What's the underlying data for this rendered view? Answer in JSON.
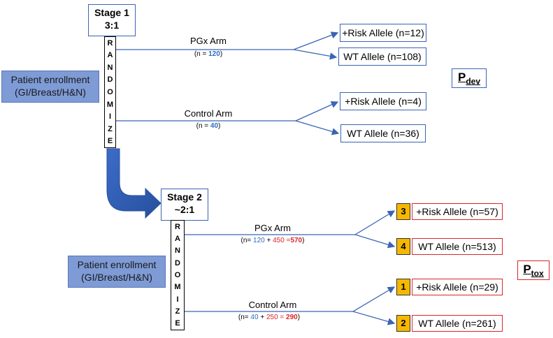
{
  "stage1": {
    "line1": "Stage 1",
    "line2": "3:1"
  },
  "stage2": {
    "line1": "Stage 2",
    "line2": "~2:1"
  },
  "randomize_letters": [
    "R",
    "A",
    "N",
    "D",
    "O",
    "M",
    "I",
    "Z",
    "E"
  ],
  "enrollment": {
    "line1": "Patient enrollment",
    "line2": "(GI/Breast/H&N)"
  },
  "stage1_arms": {
    "pgx": {
      "label": "PGx Arm",
      "n_prefix": "(n = ",
      "n_value": "120",
      "n_suffix": ")"
    },
    "control": {
      "label": "Control Arm",
      "n_prefix": "(n = ",
      "n_value": "40",
      "n_suffix": ")"
    }
  },
  "stage1_alleles": {
    "pgx_risk": "+Risk Allele (n=12)",
    "pgx_wt": "WT Allele (n=108)",
    "ctrl_risk": "+Risk Allele (n=4)",
    "ctrl_wt": "WT Allele (n=36)"
  },
  "stage2_arms": {
    "pgx": {
      "label": "PGx Arm",
      "n_prefix": "(n= ",
      "n_a": "120",
      "plus": " + ",
      "n_b": "450",
      "eq": "  =",
      "n_total": "570",
      "n_suffix": ")"
    },
    "control": {
      "label": "Control Arm",
      "n_prefix": "(n= ",
      "n_a": "40",
      "plus": " + ",
      "n_b": "250",
      "eq": " = ",
      "n_total": "290",
      "n_suffix": ")"
    }
  },
  "stage2_alleles": {
    "pgx_risk": {
      "badge": "3",
      "text": "+Risk Allele (n=57)"
    },
    "pgx_wt": {
      "badge": "4",
      "text": "WT Allele (n=513)"
    },
    "ctrl_risk": {
      "badge": "1",
      "text": "+Risk Allele (n=29)"
    },
    "ctrl_wt": {
      "badge": "2",
      "text": "WT Allele (n=261)"
    }
  },
  "p_dev": {
    "letter": "P",
    "sub": "dev"
  },
  "p_tox": {
    "letter": "P",
    "sub": "tox"
  },
  "colors": {
    "line_blue": "#3a64b4",
    "red": "#d9262b",
    "badge": "#f5b800",
    "enroll_fill": "#7e9bd6",
    "flow_arrow": "#2f5bb7"
  }
}
